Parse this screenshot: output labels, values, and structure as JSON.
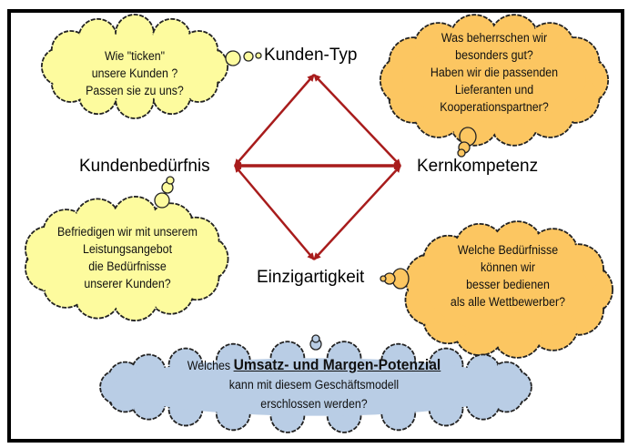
{
  "colors": {
    "yellow": "#fdfb9e",
    "orange": "#fcc661",
    "blue": "#b9cde5",
    "arrow": "#a81c1c"
  },
  "nodes": {
    "top": "Kunden-Typ",
    "left": "Kundenbedürfnis",
    "right": "Kernkompetenz",
    "bottom": "Einzigartigkeit"
  },
  "clouds": {
    "top_left": [
      "Wie \"ticken\"",
      "unsere Kunden ?",
      "Passen sie zu uns?"
    ],
    "top_right": [
      "Was beherrschen wir",
      "besonders gut?",
      "Haben wir die passenden",
      "Lieferanten und",
      "Kooperationspartner?"
    ],
    "bottom_left": [
      "Befriedigen wir mit unserem",
      "Leistungsangebot",
      "die Bedürfnisse",
      "unserer Kunden?"
    ],
    "bottom_right": [
      "Welche Bedürfnisse",
      "können wir",
      "besser bedienen",
      "als alle Wettbewerber?"
    ],
    "bottom": {
      "prefix": "Welches ",
      "emphasis": "Umsatz- und Margen-Potenzial",
      "line2": "kann mit diesem Geschäftsmodell",
      "line3": "erschlossen werden?"
    }
  }
}
